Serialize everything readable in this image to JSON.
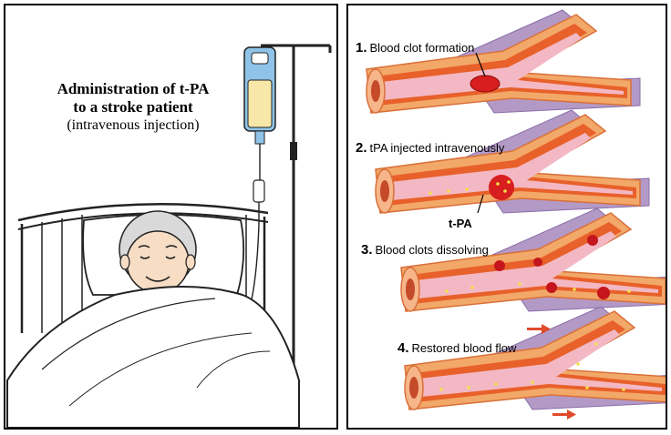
{
  "left": {
    "title_line1": "Administration of t-PA",
    "title_line2": "to a stroke patient",
    "subtitle": "(intravenous injection)"
  },
  "steps": [
    {
      "num": "1.",
      "label": "Blood clot formation"
    },
    {
      "num": "2.",
      "label": "tPA injected intravenously"
    },
    {
      "num": "3.",
      "label": "Blood clots dissolving"
    },
    {
      "num": "4.",
      "label": "Restored blood flow"
    }
  ],
  "tpa_label": "t-PA",
  "colors": {
    "artery_outer": "#f2a868",
    "artery_wall": "#e8602a",
    "lumen": "#f3b8c4",
    "vein": "#b39ac6",
    "clot": "#d81e1e",
    "particle": "#f4e04a",
    "arrow": "#e04a2a"
  }
}
